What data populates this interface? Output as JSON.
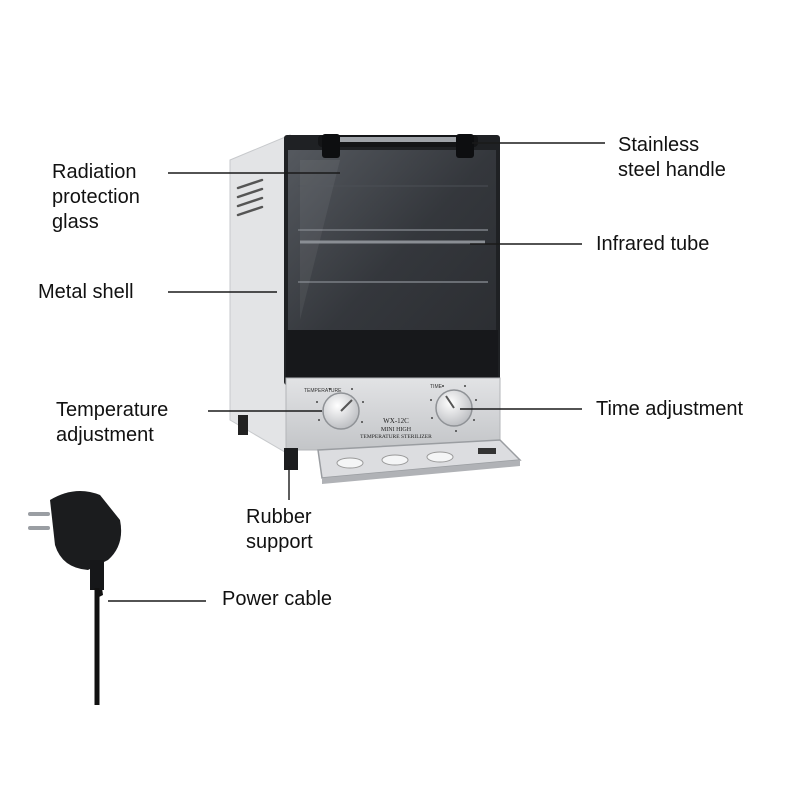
{
  "labels": {
    "radiation_glass": "Radiation\nprotection\nglass",
    "metal_shell": "Metal shell",
    "temperature_adjustment": "Temperature\nadjustment",
    "stainless_handle": "Stainless\nsteel handle",
    "infrared_tube": "Infrared tube",
    "time_adjustment": "Time adjustment",
    "rubber_support": "Rubber\nsupport",
    "power_cable": "Power cable"
  },
  "panel": {
    "model": "WX-12C",
    "line1": "MINI HIGH",
    "line2": "TEMPERATURE STERILIZER",
    "knob_left_caption": "TEMPERATURE",
    "knob_right_caption": "TIME"
  },
  "colors": {
    "body": "#e9eaec",
    "side": "#d2d4d7",
    "glass": "#3a3d42",
    "panel": "#cfd1d4",
    "leader": "#1a1a1a"
  }
}
